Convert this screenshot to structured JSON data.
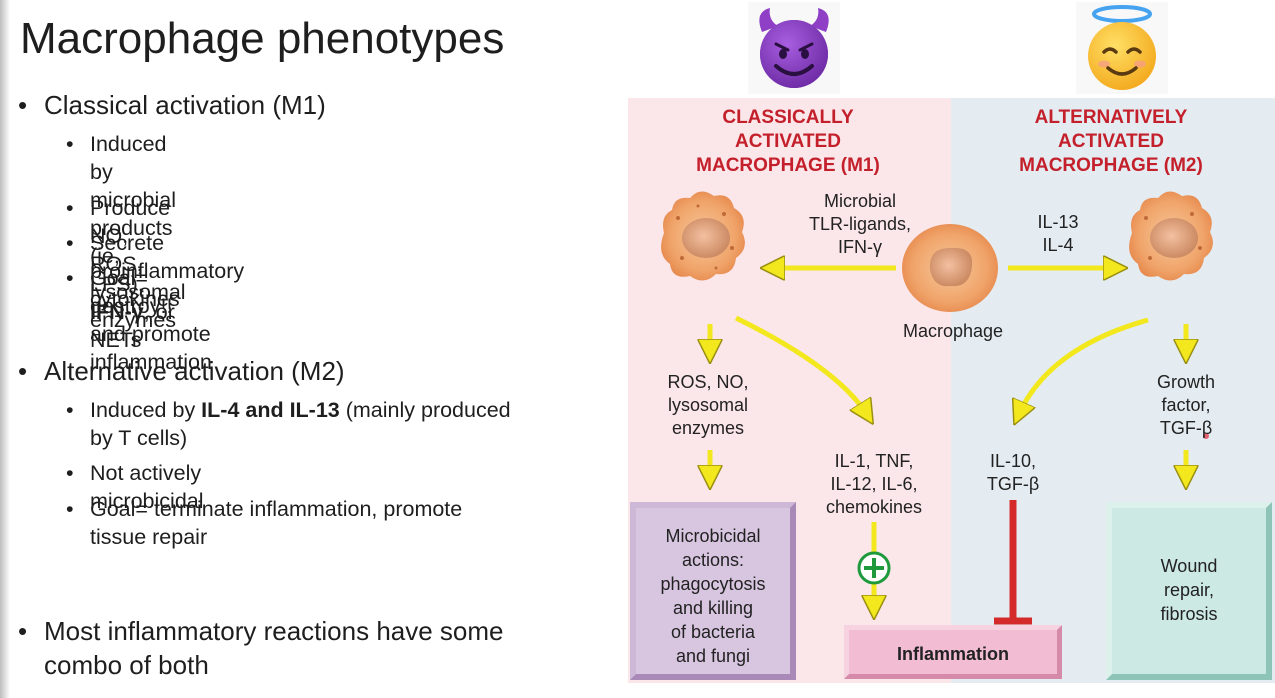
{
  "slide": {
    "title": "Macrophage phenotypes",
    "bullet_glyph": "•",
    "m1": {
      "heading": "Classical activation (M1)",
      "points": [
        {
          "line1_prefix": "Induced by microbial products (ie, LPS),",
          "line2_bold": "IFN-γ",
          "line2_rest": ", or NETs"
        },
        {
          "text": "Produce NO, ROS, lysosomal enzymes"
        },
        {
          "text": "Secrete proinflammatory cytokines"
        },
        {
          "text": "Goal= destroy!! and promote inflammation"
        }
      ]
    },
    "m2": {
      "heading": "Alternative activation (M2)",
      "points": [
        {
          "prefix": "Induced by ",
          "bold": "IL-4 and IL-13",
          "rest": " (mainly produced",
          "line2": "by T cells)"
        },
        {
          "text": "Not actively microbicidal"
        },
        {
          "line1": "Goal= terminate inflammation, promote",
          "line2": "tissue repair"
        }
      ]
    },
    "summary": {
      "line1": "Most inflammatory reactions have some",
      "line2": "combo of both"
    }
  },
  "emojis": {
    "m1": "devil-face-icon",
    "m2": "angel-face-icon"
  },
  "diagram": {
    "m1_header": [
      "CLASSICALLY",
      "ACTIVATED",
      "MACROPHAGE (M1)"
    ],
    "m2_header": [
      "ALTERNATIVELY",
      "ACTIVATED",
      "MACROPHAGE (M2)"
    ],
    "m1_stimuli": [
      "Microbial",
      "TLR-ligands,",
      "IFN-γ"
    ],
    "m2_stimuli": [
      "IL-13",
      "IL-4"
    ],
    "center_cell_label": "Macrophage",
    "m1_products": [
      "ROS, NO,",
      "lysosomal",
      "enzymes"
    ],
    "m1_cytokines": [
      "IL-1, TNF,",
      "IL-12, IL-6,",
      "chemokines"
    ],
    "m2_cytokines": [
      "IL-10,",
      "TGF-β"
    ],
    "m2_growth": [
      "Growth",
      "factor,",
      "TGF-β"
    ],
    "microbicidal_box": [
      "Microbicidal",
      "actions:",
      "phagocytosis",
      "and killing",
      "of bacteria",
      "and fungi"
    ],
    "inflammation_box": "Inflammation",
    "repair_box": [
      "Wound",
      "repair,",
      "fibrosis"
    ],
    "plus_symbol": "+",
    "colors": {
      "header_red": "#c4202b",
      "arrow_yellow": "#f2e81d",
      "inhibit_red": "#d42a2a",
      "plus_green": "#1e9a3c",
      "m1_panel": "#fbe6ea",
      "m2_panel": "#e4ecf2"
    }
  }
}
